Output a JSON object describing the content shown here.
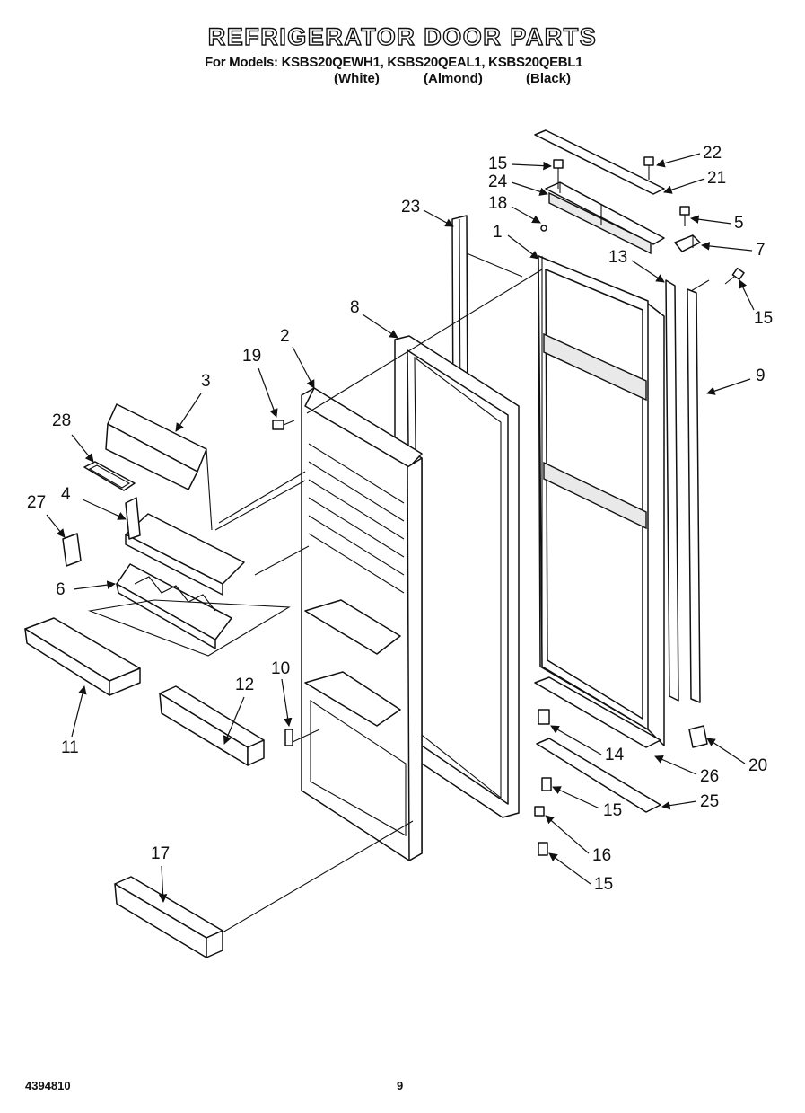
{
  "header": {
    "title": "REFRIGERATOR DOOR PARTS",
    "models_line": "For Models: KSBS20QEWH1, KSBS20QEAL1, KSBS20QEBL1",
    "variant_white": "(White)",
    "variant_almond": "(Almond)",
    "variant_black": "(Black)"
  },
  "footer": {
    "document_number": "4394810",
    "page_number": "9"
  },
  "callouts": [
    {
      "id": "c-22",
      "label": "22"
    },
    {
      "id": "c-15a",
      "label": "15"
    },
    {
      "id": "c-21",
      "label": "21"
    },
    {
      "id": "c-24",
      "label": "24"
    },
    {
      "id": "c-18",
      "label": "18"
    },
    {
      "id": "c-23",
      "label": "23"
    },
    {
      "id": "c-5",
      "label": "5"
    },
    {
      "id": "c-1",
      "label": "1"
    },
    {
      "id": "c-7",
      "label": "7"
    },
    {
      "id": "c-13",
      "label": "13"
    },
    {
      "id": "c-15b",
      "label": "15"
    },
    {
      "id": "c-8",
      "label": "8"
    },
    {
      "id": "c-2",
      "label": "2"
    },
    {
      "id": "c-19",
      "label": "19"
    },
    {
      "id": "c-3",
      "label": "3"
    },
    {
      "id": "c-9",
      "label": "9"
    },
    {
      "id": "c-28",
      "label": "28"
    },
    {
      "id": "c-4",
      "label": "4"
    },
    {
      "id": "c-27",
      "label": "27"
    },
    {
      "id": "c-6",
      "label": "6"
    },
    {
      "id": "c-10",
      "label": "10"
    },
    {
      "id": "c-12",
      "label": "12"
    },
    {
      "id": "c-11",
      "label": "11"
    },
    {
      "id": "c-14",
      "label": "14"
    },
    {
      "id": "c-26",
      "label": "26"
    },
    {
      "id": "c-20",
      "label": "20"
    },
    {
      "id": "c-15c",
      "label": "15"
    },
    {
      "id": "c-25",
      "label": "25"
    },
    {
      "id": "c-16",
      "label": "16"
    },
    {
      "id": "c-15d",
      "label": "15"
    },
    {
      "id": "c-17",
      "label": "17"
    }
  ]
}
